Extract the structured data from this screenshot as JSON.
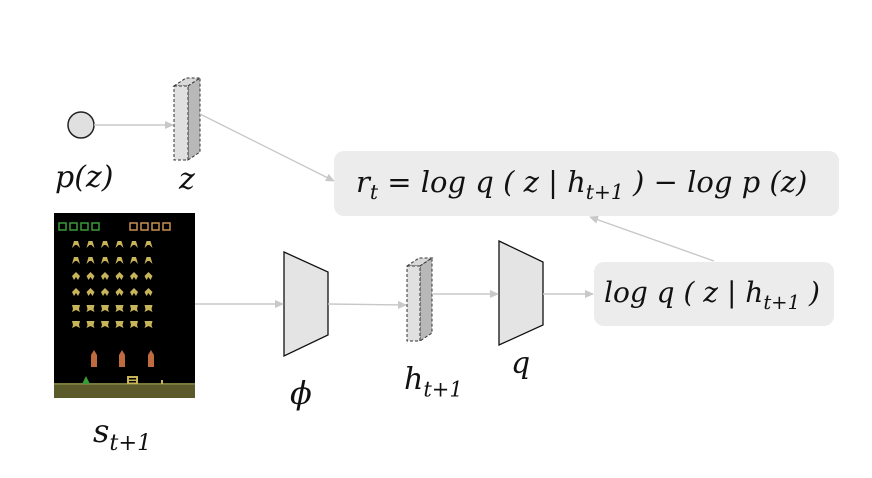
{
  "labels": {
    "prior": "p(z)",
    "latent": "z",
    "state": "s",
    "state_sub": "t+1",
    "encoder": "ϕ",
    "hidden": "h",
    "hidden_sub": "t+1",
    "discriminator": "q"
  },
  "reward_box": {
    "r": "r",
    "r_sub": "t",
    "expr_a": " = log q ( z | h",
    "h_sub": "t+1",
    "expr_b": " ) − log p (z)"
  },
  "logq_box": {
    "text": "log q ( z | h",
    "h_sub": "t+1",
    "close": " )"
  },
  "colors": {
    "arrow": "#c8c8c8",
    "box_fill": "#ececec",
    "trapezoid_fill": "#e4e4e4",
    "vector_face": "#e0e0e0",
    "vector_side": "#b8b8b8",
    "game_bg": "#000000",
    "game_ground": "#5a5a2a",
    "alien_yellow": "#c8b45a",
    "ship_orange": "#c06a40",
    "score_green": "#3a9a3a",
    "score_orange": "#c89050"
  },
  "icons": {
    "game_frame": "space-invaders-frame-icon"
  }
}
